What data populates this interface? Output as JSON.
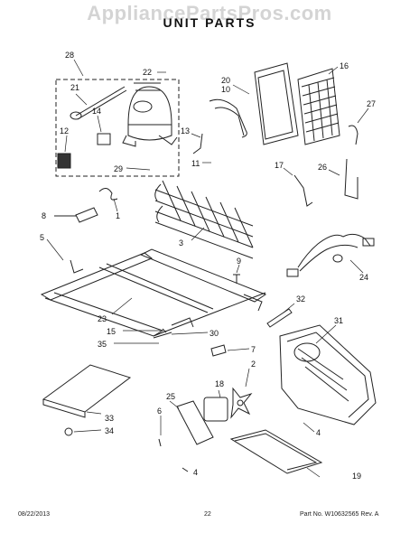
{
  "watermark": "AppliancePartsPros.com",
  "title": "UNIT PARTS",
  "callouts": [
    {
      "id": "c28",
      "label": "28"
    },
    {
      "id": "c22",
      "label": "22"
    },
    {
      "id": "c20",
      "label": "20"
    },
    {
      "id": "c10",
      "label": "10"
    },
    {
      "id": "c16",
      "label": "16"
    },
    {
      "id": "c21",
      "label": "21"
    },
    {
      "id": "c14",
      "label": "14"
    },
    {
      "id": "c12",
      "label": "12"
    },
    {
      "id": "c13",
      "label": "13"
    },
    {
      "id": "c27",
      "label": "27"
    },
    {
      "id": "c29",
      "label": "29"
    },
    {
      "id": "c11",
      "label": "11"
    },
    {
      "id": "c17",
      "label": "17"
    },
    {
      "id": "c26",
      "label": "26"
    },
    {
      "id": "c1",
      "label": "1"
    },
    {
      "id": "c8",
      "label": "8"
    },
    {
      "id": "c3",
      "label": "3"
    },
    {
      "id": "c5",
      "label": "5"
    },
    {
      "id": "c24",
      "label": "24"
    },
    {
      "id": "c9",
      "label": "9"
    },
    {
      "id": "c32",
      "label": "32"
    },
    {
      "id": "c23",
      "label": "23"
    },
    {
      "id": "c31",
      "label": "31"
    },
    {
      "id": "c15",
      "label": "15"
    },
    {
      "id": "c30",
      "label": "30"
    },
    {
      "id": "c35",
      "label": "35"
    },
    {
      "id": "c7",
      "label": "7"
    },
    {
      "id": "c2",
      "label": "2"
    },
    {
      "id": "c18",
      "label": "18"
    },
    {
      "id": "c25",
      "label": "25"
    },
    {
      "id": "c6",
      "label": "6"
    },
    {
      "id": "c33",
      "label": "33"
    },
    {
      "id": "c34",
      "label": "34"
    },
    {
      "id": "c4a",
      "label": "4"
    },
    {
      "id": "c4b",
      "label": "4"
    },
    {
      "id": "c19",
      "label": "19"
    }
  ],
  "footer": {
    "date": "08/22/2013",
    "page": "22",
    "part_no": "Part No. W10632565 Rev. A"
  }
}
